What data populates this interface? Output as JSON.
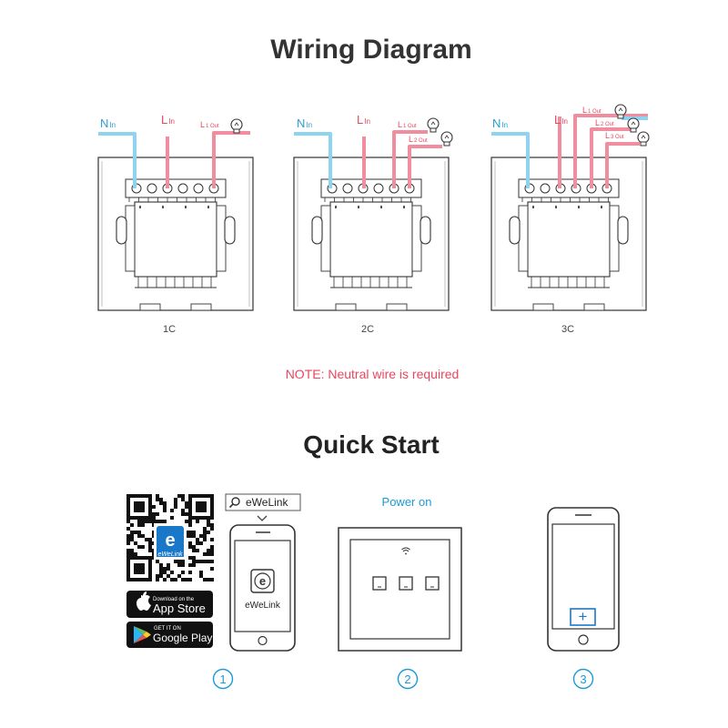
{
  "wiring": {
    "title": "Wiring Diagram",
    "note": "NOTE: Neutral wire is required",
    "switches": [
      {
        "caption": "1C",
        "n_in": "N",
        "n_sub": "In",
        "l_in": "L",
        "l_sub": "In",
        "outputs": [
          {
            "main": "L",
            "sub": "1 Out"
          }
        ]
      },
      {
        "caption": "2C",
        "n_in": "N",
        "n_sub": "In",
        "l_in": "L",
        "l_sub": "In",
        "outputs": [
          {
            "main": "L",
            "sub": "1 Out"
          },
          {
            "main": "L",
            "sub": "2 Out"
          }
        ]
      },
      {
        "caption": "3C",
        "n_in": "N",
        "n_sub": "In",
        "l_in": "L",
        "l_sub": "In",
        "outputs": [
          {
            "main": "L",
            "sub": "1 Out"
          },
          {
            "main": "L",
            "sub": "2 Out"
          },
          {
            "main": "L",
            "sub": "3 Out"
          }
        ]
      }
    ]
  },
  "quickstart": {
    "title": "Quick Start",
    "search_label": "eWeLink",
    "app_icon_letter": "e",
    "app_name": "eWeLink",
    "qr_badge_label": "eWeLink",
    "appstore_small": "Download on the",
    "appstore_big": "App Store",
    "googleplay_small": "GET IT ON",
    "googleplay_big": "Google Play",
    "power_on_label": "Power on",
    "add_symbol": "+",
    "steps": [
      "1",
      "2",
      "3"
    ]
  },
  "colors": {
    "neutral": "#8ed4f0",
    "live": "#f08ea0",
    "note": "#e8485e",
    "power_on": "#1a9ad6",
    "step": "#1a9ad6"
  }
}
